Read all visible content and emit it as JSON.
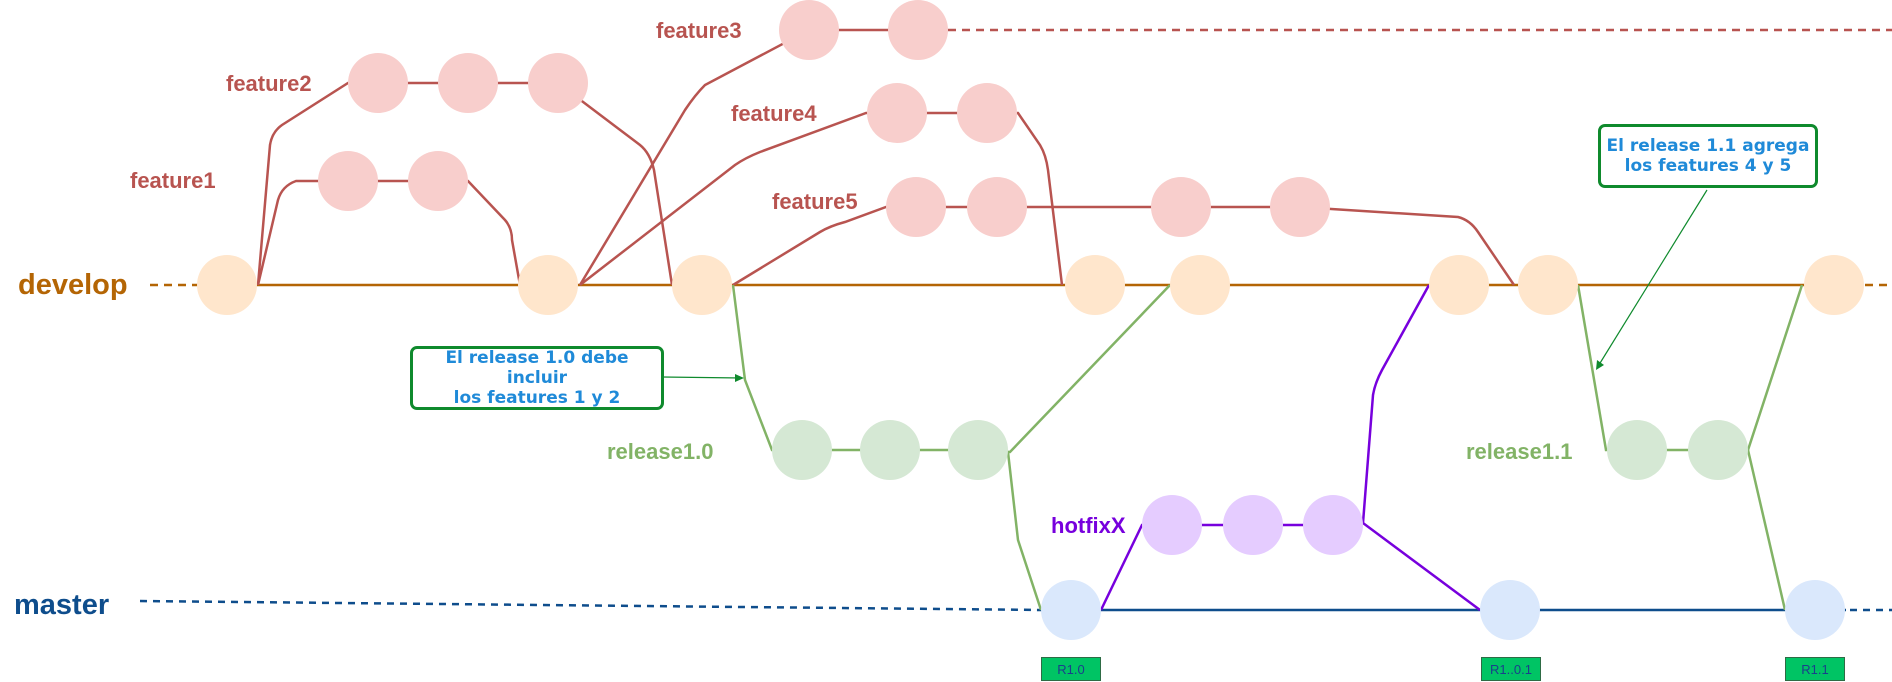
{
  "colors": {
    "feature": "#b85450",
    "feature_fill": "#f8cecc",
    "develop": "#b46504",
    "develop_fill": "#ffe6cc",
    "release": "#82b366",
    "release_fill": "#d5e8d4",
    "hotfix": "#7700dd",
    "hotfix_fill": "#e5ccff",
    "master": "#0e4d8c",
    "master_fill": "#dae8fc",
    "note_border": "#0f8a2d",
    "note_text": "#1f8ad8",
    "tag_fill": "#00c464"
  },
  "branches": {
    "feature1": "feature1",
    "feature2": "feature2",
    "feature3": "feature3",
    "feature4": "feature4",
    "feature5": "feature5",
    "develop": "develop",
    "release10": "release1.0",
    "release11": "release1.1",
    "hotfix": "hotfixX",
    "master": "master"
  },
  "notes": {
    "release10": [
      "El release 1.0 debe incluir",
      "los features 1 y 2"
    ],
    "release11": [
      "El release 1.1 agrega",
      "los features 4 y 5"
    ]
  },
  "tags": {
    "r10": "R1.0",
    "r101": "R1..0.1",
    "r11": "R1.1"
  }
}
